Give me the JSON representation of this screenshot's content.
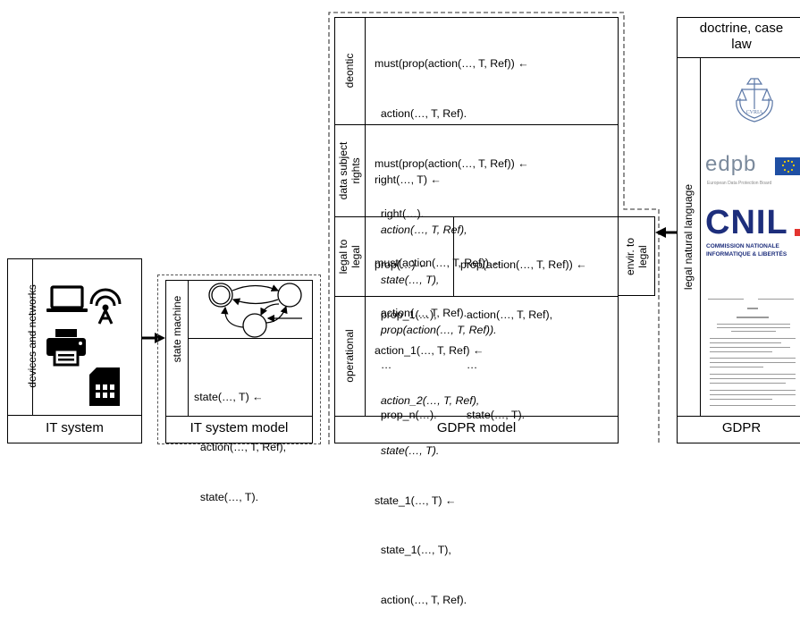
{
  "it_system": {
    "title": "IT system",
    "side_label": "devices and networks",
    "icons": [
      "laptop-icon",
      "antenna-icon",
      "printer-icon",
      "sim-card-icon"
    ]
  },
  "it_model": {
    "title": "IT system model",
    "side_label": "state machine",
    "code": [
      "state(…, T) ←",
      "  action(…, T, Ref),",
      "  state(…, T)."
    ]
  },
  "gdpr_model": {
    "title": "GDPR model",
    "deontic": {
      "label": "deontic",
      "code": [
        "must(prop(action(…, T, Ref)) ←",
        "  action(…, T, Ref).",
        "must(prop(action(…, T, Ref)) ←",
        "  right(…).",
        "must(action(…, T, Ref)) ←",
        "  action(…, T, Ref)."
      ]
    },
    "rights": {
      "label_line1": "data subject",
      "label_line2": "rights",
      "code": [
        "right(…, T) ←",
        "  action(…, T, Ref),",
        "  state(…, T),",
        "  prop(action(…, T, Ref))."
      ]
    },
    "legal": {
      "label_line1": "legal to",
      "label_line2": "legal",
      "code_left": [
        "prop(…) ←",
        "  prop_1(…),",
        "  …",
        "  prop_n(…)."
      ],
      "code_right": [
        "prop(action(…, T, Ref)) ←",
        "  action(…, T, Ref),",
        "  …",
        "  state(…, T)."
      ]
    },
    "envir": {
      "label_line1": "envir. to",
      "label_line2": "legal"
    },
    "operational": {
      "label": "operational",
      "code": [
        "action_1(…, T, Ref) ←",
        "  action_2(…, T, Ref),",
        "  state(…, T).",
        "state_1(…, T) ←",
        "  state_1(…, T),",
        "  action(…, T, Ref)."
      ]
    }
  },
  "gdpr": {
    "title": "GDPR",
    "header_line1": "doctrine, case",
    "header_line2": "law",
    "side_label": "legal natural language",
    "curia_text": "CVRIA",
    "edpb_text": "edpb",
    "edpb_sub": "European Data Protection Board",
    "cnil_text": "CNIL",
    "cnil_sub1": "COMMISSION NATIONALE",
    "cnil_sub2": "INFORMATIQUE & LIBERTÉS"
  }
}
